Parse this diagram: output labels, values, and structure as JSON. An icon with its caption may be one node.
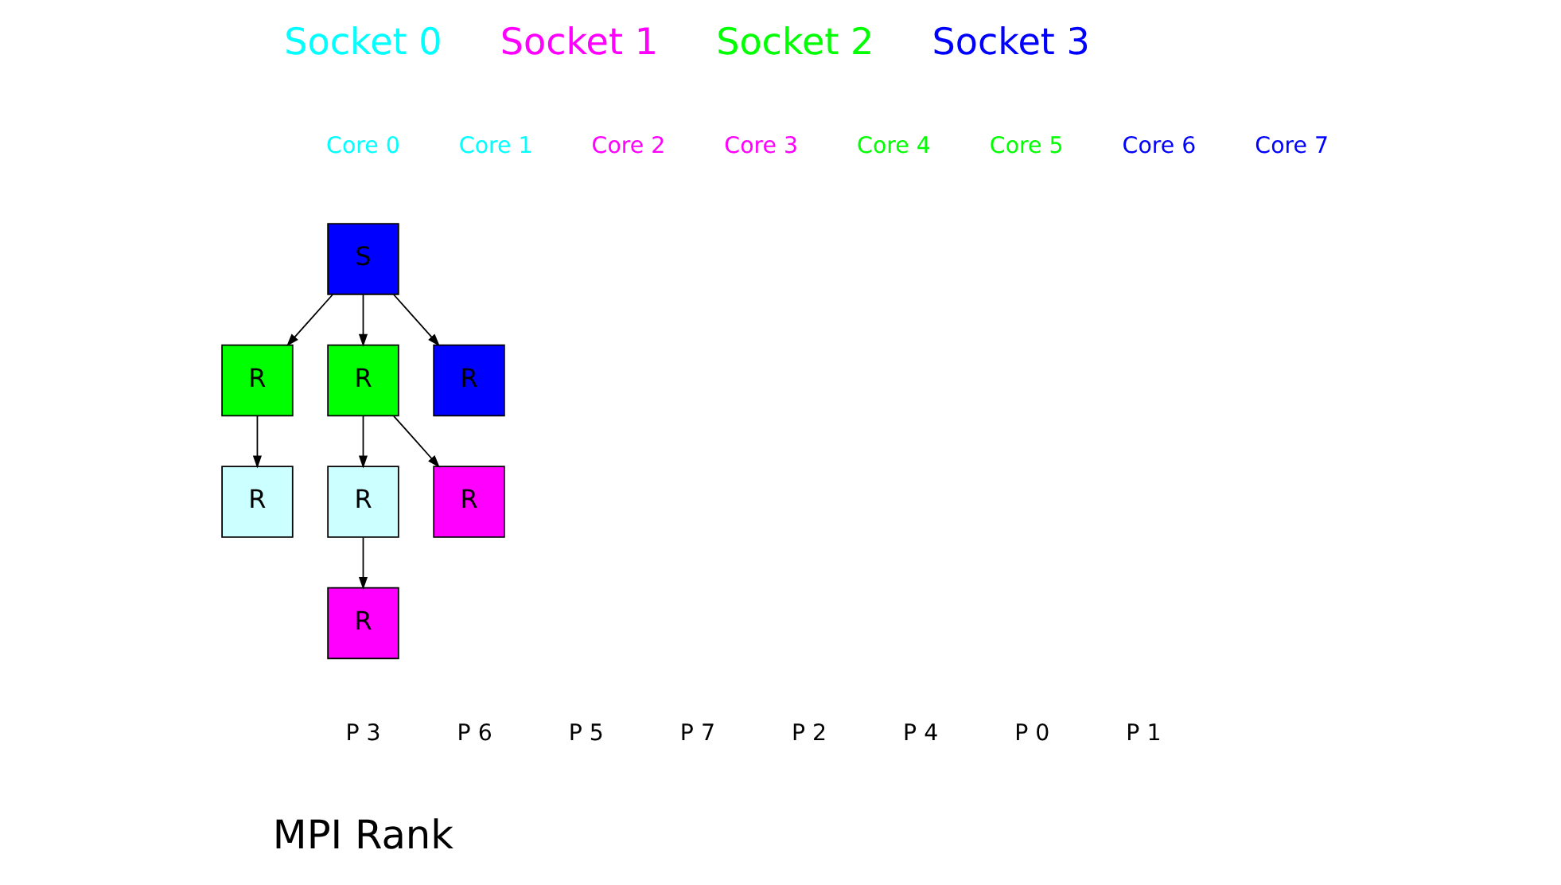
{
  "diagram": {
    "nodes": [
      {
        "text": [
          "S"
        ]
      },
      {
        "text": [
          "R"
        ]
      },
      {
        "text": [
          "R"
        ]
      },
      {
        "text": [
          "R"
        ]
      },
      {
        "text": [
          "R"
        ]
      },
      {
        "text": [
          "R"
        ]
      },
      {
        "text": [
          "R"
        ]
      },
      {
        "text": [
          "R"
        ]
      }
    ],
    "edges": [
      {
        "from": 0,
        "to": 1,
        "arrow": "to"
      },
      {
        "from": 0,
        "to": 2,
        "arrow": "to"
      },
      {
        "from": 0,
        "to": 3,
        "arrow": "to"
      },
      {
        "from": 1,
        "to": 4,
        "arrow": "to"
      },
      {
        "from": 2,
        "to": 5,
        "arrow": "to"
      },
      {
        "from": 2,
        "to": 6,
        "arrow": "to"
      },
      {
        "from": 5,
        "to": 7,
        "arrow": "to"
      }
    ],
    "labels": [
      "Socket 0",
      "Socket 1",
      "Socket 2",
      "Socket 3",
      "Core 0",
      "Core 1",
      "Core 2",
      "Core 3",
      "Core 4",
      "Core 5",
      "Core 6",
      "Core 7",
      "P 3",
      "P 6",
      "P 5",
      "P 7",
      "P 2",
      "P 4",
      "P 0",
      "P 1",
      "MPI Rank"
    ]
  }
}
